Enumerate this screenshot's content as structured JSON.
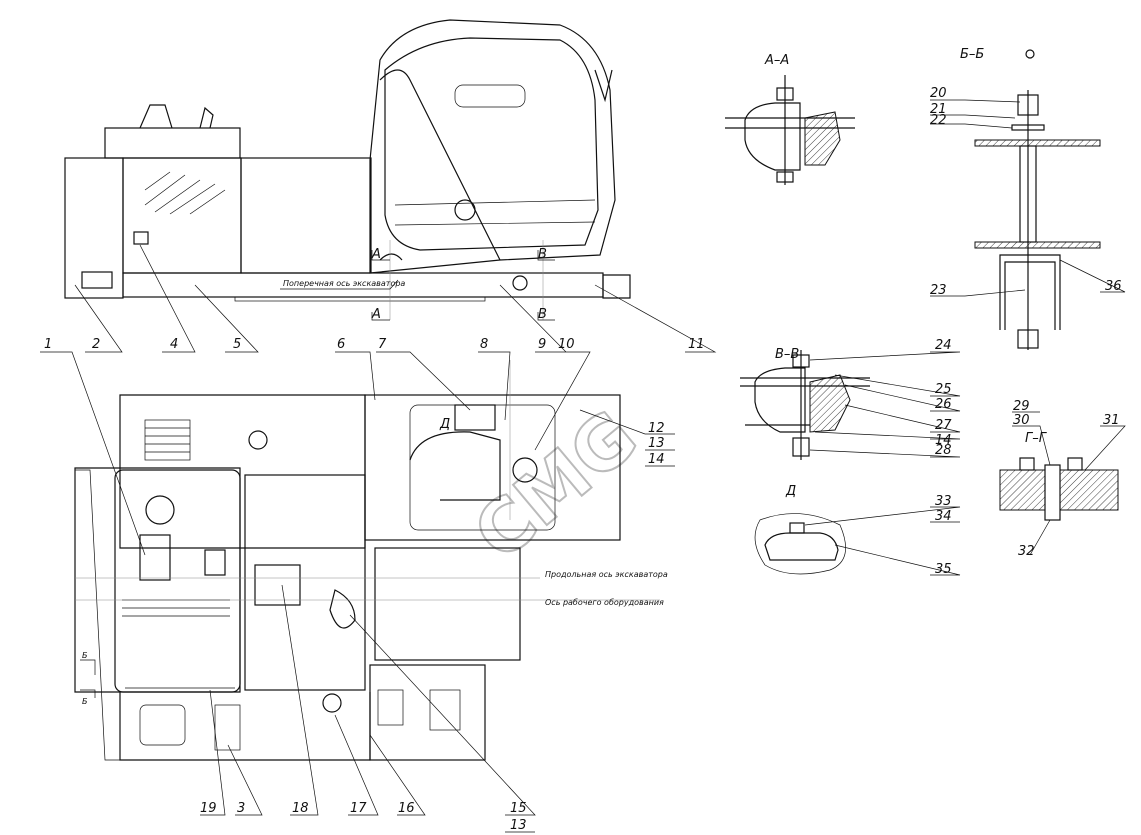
{
  "sections": {
    "a_a": "А–А",
    "b_b": "Б–Б",
    "v_v": "В–В",
    "g_g": "Г–Г",
    "d": "Д",
    "d_main": "Д"
  },
  "cut_markers": {
    "a": "А",
    "v": "В",
    "b": "Б"
  },
  "axis_notes": {
    "transverse": "Поперечная ось экскаватора",
    "longitudinal": "Продольная ось экскаватора",
    "equipment": "Ось рабочего оборудования"
  },
  "watermark": "CMG",
  "callouts_top": [
    "1",
    "2",
    "4",
    "5",
    "6",
    "7",
    "8",
    "9",
    "10",
    "11"
  ],
  "callouts_right_main": [
    "12",
    "13",
    "14"
  ],
  "callouts_bottom": [
    "19",
    "3",
    "18",
    "17",
    "16",
    "15",
    "13"
  ],
  "callouts_bb": [
    "20",
    "21",
    "22",
    "23",
    "36"
  ],
  "callouts_vv": [
    "24",
    "25",
    "26",
    "27",
    "14",
    "28"
  ],
  "callouts_gg": [
    "29",
    "30",
    "31",
    "32"
  ],
  "callouts_d": [
    "33",
    "34",
    "35"
  ]
}
